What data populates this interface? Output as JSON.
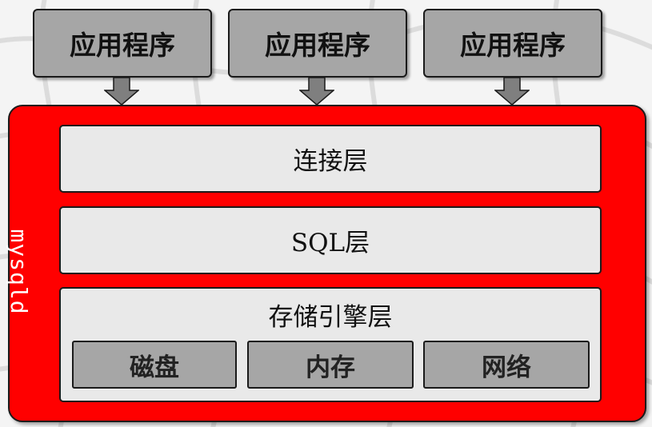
{
  "applications": [
    {
      "label": "应用程序"
    },
    {
      "label": "应用程序"
    },
    {
      "label": "应用程序"
    }
  ],
  "server": {
    "label": "mysqld",
    "layers": {
      "connection": "连接层",
      "sql": "SQL层",
      "storage_engine": "存储引擎层"
    },
    "resources": [
      "磁盘",
      "内存",
      "网络"
    ]
  },
  "colors": {
    "server_fill": "#ff0000",
    "app_fill": "#a6a6a6",
    "layer_fill": "#e9e9e9",
    "arrow_fill": "#7f7f7f"
  }
}
